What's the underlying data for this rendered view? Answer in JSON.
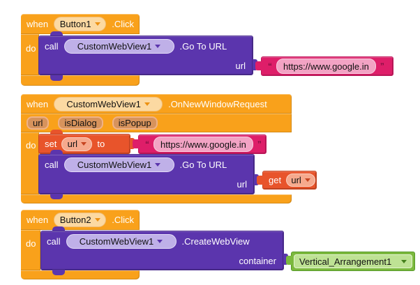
{
  "colors": {
    "event_block": "#F9A11B",
    "method_block": "#5B35AD",
    "string_block": "#DE1E69",
    "variable_block": "#E8542B",
    "component_block": "#7CB93E"
  },
  "block1": {
    "when_label": "when",
    "component": "Button1",
    "event": ".Click",
    "do_label": "do",
    "call": {
      "call_label": "call",
      "component": "CustomWebView1",
      "method": ".Go To URL",
      "param": "url"
    },
    "url_string": {
      "open_quote": "“",
      "text": "https://www.google.in",
      "close_quote": "”"
    }
  },
  "block2": {
    "when_label": "when",
    "component": "CustomWebView1",
    "event": ".OnNewWindowRequest",
    "params": [
      "url",
      "isDialog",
      "isPopup"
    ],
    "do_label": "do",
    "set": {
      "set_label": "set",
      "variable": "url",
      "to_label": "to"
    },
    "set_value_string": {
      "open_quote": "“",
      "text": "https://www.google.in",
      "close_quote": "”"
    },
    "call": {
      "call_label": "call",
      "component": "CustomWebView1",
      "method": ".Go To URL",
      "param": "url"
    },
    "get": {
      "get_label": "get",
      "variable": "url"
    }
  },
  "block3": {
    "when_label": "when",
    "component": "Button2",
    "event": ".Click",
    "do_label": "do",
    "call": {
      "call_label": "call",
      "component": "CustomWebView1",
      "method": ".CreateWebView",
      "param": "container"
    },
    "container_value": "Vertical_Arrangement1"
  }
}
